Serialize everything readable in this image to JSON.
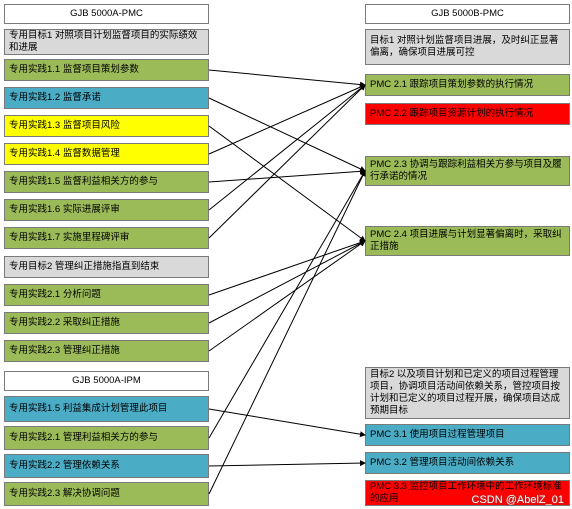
{
  "left_std_a": "GJB 5000A-PMC",
  "left_goal1": "专用目标1 对照项目计划监督项目的实际绩效和进展",
  "left_practices_a": [
    "专用实践1.1 监督项目策划参数",
    "专用实践1.2 监督承诺",
    "专用实践1.3 监督项目风险",
    "专用实践1.4 监督数据管理",
    "专用实践1.5 监督利益相关方的参与",
    "专用实践1.6 实际进展评审",
    "专用实践1.7 实施里程碑评审"
  ],
  "left_goal2": "专用目标2 管理纠正措施指直到结束",
  "left_practices_b": [
    "专用实践2.1 分析问题",
    "专用实践2.2 采取纠正措施",
    "专用实践2.3 管理纠正措施"
  ],
  "left_std_ipm": "GJB 5000A-IPM",
  "left_practices_ipm": [
    "专用实践1.5 利益集成计划管理此项目",
    "专用实践2.1 管理利益相关方的参与",
    "专用实践2.2 管理依赖关系",
    "专用实践2.3 解决协调问题"
  ],
  "right_std_b": "GJB 5000B-PMC",
  "right_goal1": "目标1 对照计划监督项目进展，及时纠正显著偏离，确保项目进展可控",
  "right_pmc": [
    "PMC 2.1 跟踪项目策划参数的执行情况",
    "PMC 2.2 跟踪项目资源计划的执行情况",
    "PMC 2.3 协调与跟踪利益相关方参与项目及履行承诺的情况",
    "PMC 2.4 项目进展与计划显著偏离时，采取纠正措施"
  ],
  "right_goal2": "目标2 以及项目计划和已定义的项目过程管理项目，协调项目活动间依赖关系，管控项目按计划和已定义的项目过程开展，确保项目达成预期目标",
  "right_pmc3": [
    "PMC 3.1 使用项目过程管理项目",
    "PMC 3.2 管理项目活动间依赖关系",
    "PMC 3.3 监控项目工作环境中的工作环境标准的应用"
  ],
  "watermark": "CSDN @AbelZ_01",
  "colors": {
    "green": "#9bbb59",
    "blue": "#4bacc6",
    "yellow": "#ffff00",
    "grey": "#d9d9d9",
    "red": "#ff0000"
  }
}
